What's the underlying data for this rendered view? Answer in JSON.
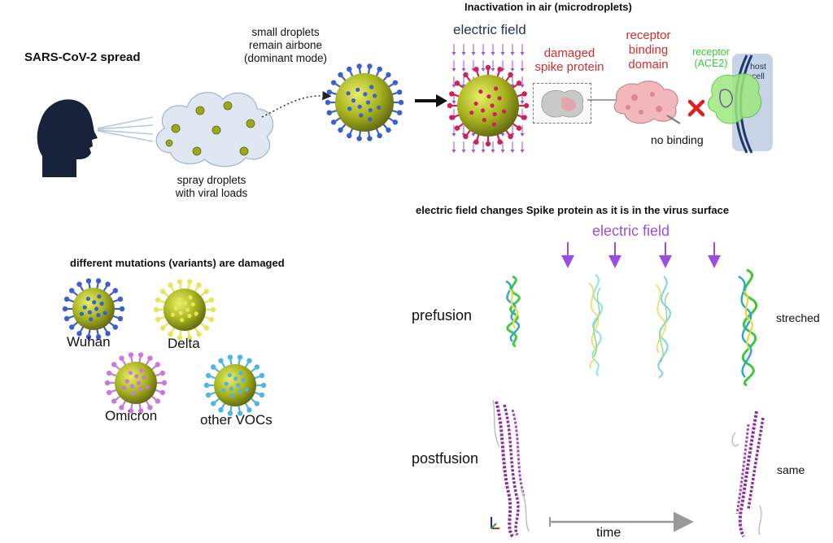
{
  "colors": {
    "virus_core": "#a8b41e",
    "wuhan_spikes": "#3a5fcf",
    "delta_spikes": "#e6e65a",
    "omicron_spikes": "#cc77dd",
    "other_spikes": "#4fb4e6",
    "damaged_spikes": "#cc2255",
    "electric_field": "#9b4fe0",
    "cloud": "#dfe7f2",
    "red_label": "#d62c2c",
    "green_label": "#33cc33",
    "host_cell": "#c6d4e6"
  },
  "spread": {
    "title": "SARS-CoV-2 spread",
    "small_droplets": "small droplets\nremain airbone\n(dominant mode)",
    "spray_droplets": "spray droplets\nwith viral loads"
  },
  "inactivation": {
    "title": "Inactivation in air (microdroplets)",
    "field_label": "electric field",
    "damaged_spike": "damaged\nspike protein",
    "rbd": "receptor\nbinding\ndomain",
    "receptor": "receptor\n(ACE2)",
    "host_cell": "host\ncell",
    "no_binding": "no binding"
  },
  "variants": {
    "title": "different mutations (variants) are damaged",
    "items": [
      {
        "label": "Wuhan",
        "icon": "virus-blue-spikes"
      },
      {
        "label": "Delta",
        "icon": "virus-yellow-spikes"
      },
      {
        "label": "Omicron",
        "icon": "virus-violet-spikes"
      },
      {
        "label": "other VOCs",
        "icon": "virus-cyan-spikes"
      }
    ]
  },
  "spike_changes": {
    "title": "electric field changes Spike protein  as it is in the virus  surface",
    "field_label": "electric field",
    "rows": [
      {
        "label": "prefusion",
        "result": "streched"
      },
      {
        "label": "postfusion",
        "result": "same"
      }
    ],
    "time_label": "time"
  }
}
